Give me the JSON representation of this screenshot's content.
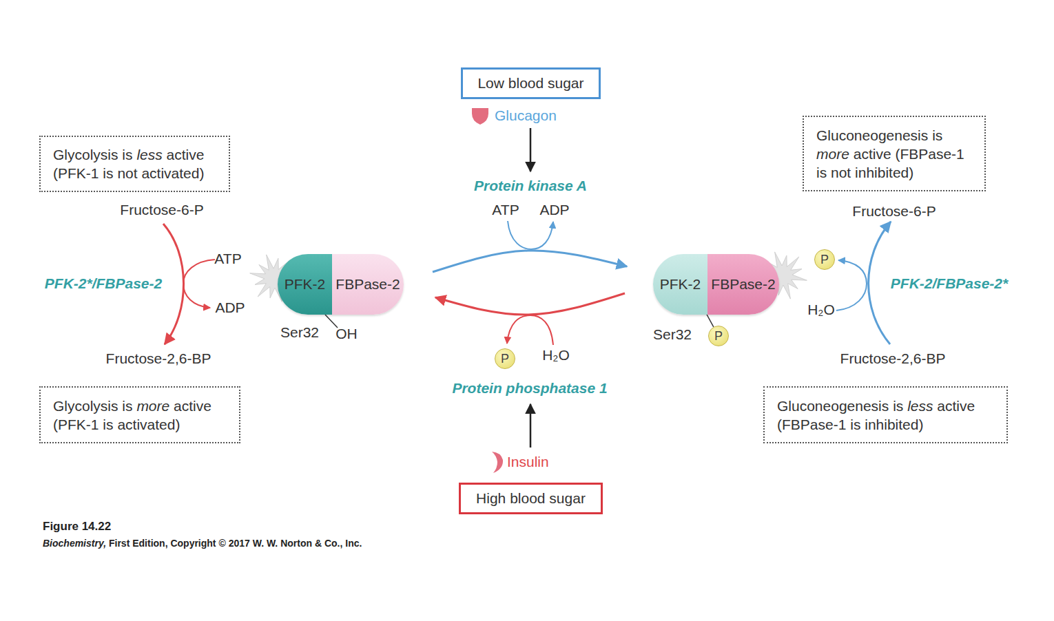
{
  "diagram": {
    "caption": "Figure 14.22",
    "nodes": [
      {
        "text": [
          "Low blood sugar"
        ]
      },
      {
        "text": [
          "Glycolysis is less active (PFK-1 is not activated)"
        ]
      },
      {
        "text": [
          "Gluconeogenesis is more active (FBPase-1 is not inhibited)"
        ]
      },
      {
        "text": [
          "P"
        ]
      },
      {
        "text": [
          "PFK-2",
          "FBPase-2"
        ]
      },
      {
        "text": [
          "PFK-2",
          "FBPase-2"
        ]
      },
      {
        "text": [
          "P"
        ]
      },
      {
        "text": [
          "P"
        ]
      },
      {
        "text": [
          "Glycolysis is more active (PFK-1 is activated)"
        ]
      },
      {
        "text": [
          "Gluconeogenesis is less active (FBPase-1 is inhibited)"
        ]
      },
      {
        "text": [
          "High blood sugar"
        ]
      }
    ],
    "edges": [
      {
        "from": 4,
        "to": 5,
        "arrow": "to"
      },
      {
        "from": 5,
        "to": 4,
        "arrow": "to"
      },
      {
        "from": 5,
        "to": 6,
        "arrow": "none"
      }
    ],
    "labels": [
      "Glucagon",
      "Protein kinase A",
      "ATP",
      "ADP",
      "Fructose-6-P",
      "ATP",
      "PFK-2*/FBPase-2",
      "ADP",
      "Ser32",
      "OH",
      "Fructose-2,6-BP",
      "H₂O",
      "Protein phosphatase 1",
      "Insulin",
      "Fructose-6-P",
      "PFK-2/FBPase-2*",
      "H₂O",
      "Ser32",
      "Fructose-2,6-BP",
      "Biochemistry, First Edition, Copyright © 2017 W. W. Norton & Co., Inc."
    ]
  }
}
